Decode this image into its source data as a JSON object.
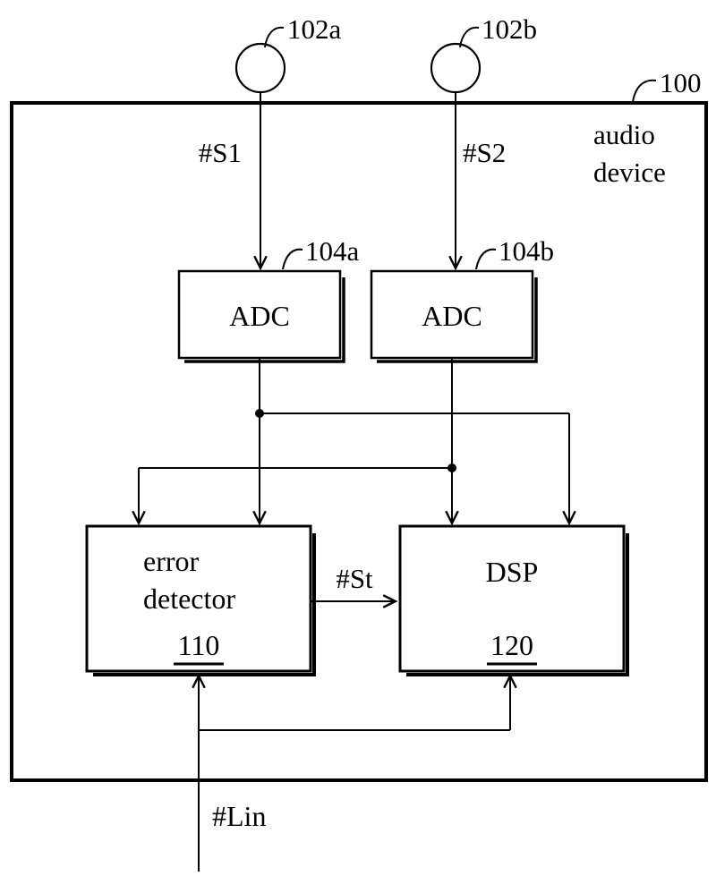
{
  "diagram": {
    "device": {
      "ref": "100",
      "name_line1": "audio",
      "name_line2": "device"
    },
    "mics": [
      {
        "ref": "102a"
      },
      {
        "ref": "102b"
      }
    ],
    "signals": {
      "s1": "#S1",
      "s2": "#S2",
      "st": "#St",
      "lin": "#Lin"
    },
    "adcs": [
      {
        "label": "ADC",
        "ref": "104a"
      },
      {
        "label": "ADC",
        "ref": "104b"
      }
    ],
    "error_detector": {
      "line1": "error",
      "line2": "detector",
      "ref": "110"
    },
    "dsp": {
      "label": "DSP",
      "ref": "120"
    },
    "colors": {
      "line": "#000000",
      "background": "#ffffff"
    }
  }
}
